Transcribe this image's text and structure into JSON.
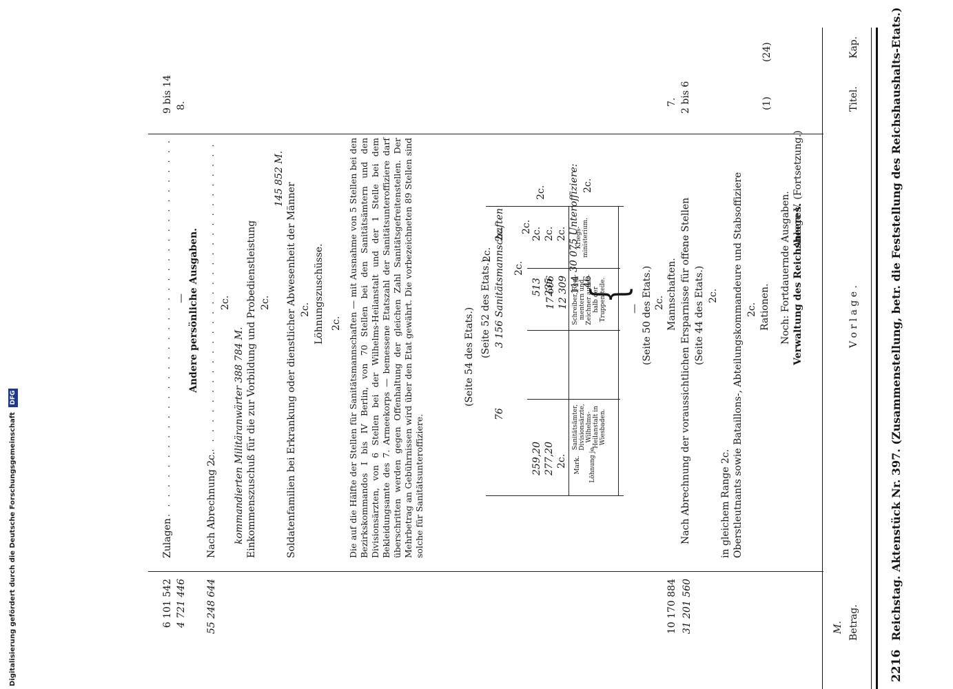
{
  "side_note": "Digitalisierung gefördert durch die Deutsche Forschungsgemeinschaft",
  "side_logo": "DFG",
  "header": {
    "page": "2216",
    "title": "Reichstag. Aktenstück Nr. 397. (Zusammenstellung, betr. die Feststellung des Reichshaushalts-Etats.)"
  },
  "columns": {
    "kap": "Kap.",
    "titel": "Titel.",
    "betrag": "Betrag.",
    "unit": "M."
  },
  "vorlage": "V o r l a g e .",
  "section": {
    "title": "Verwaltung des Reichsheeres.",
    "anlage": "Anlage V. (Fortsetzung.)",
    "sub": "Noch: Fortdauernde Ausgaben."
  },
  "kap_24": "(24)",
  "titel_1": "(1)",
  "rationen": "Rationen.",
  "zc": "2c.",
  "stabsoffiziere_1": "Oberstleutnants sowie Bataillons-, Abteilungskommandeure und Stabsoffiziere",
  "stabsoffiziere_2": "in gleichem Range 2c.",
  "seite_44": "(Seite 44 des Etats.)",
  "titel_2_6": "2 bis 6",
  "abrechnung_1": "Nach Abrechnung der voraussichtlichen Ersparnisse für offene Stellen",
  "amount_2_6": "31 201 560",
  "amount_7": "10 170 884",
  "titel_7": "7.",
  "mannschaften": "Mannschaften.",
  "seite_50": "(Seite 50 des Etats.)",
  "dash": "—",
  "table": {
    "headers": {
      "kriegsministerium": "Kriegs-ministerium.",
      "schreiber": "Schreiber, Regi-mentern und Zeichner außer-halb der Truppen-teile.",
      "sanitaetsaemter": "Sanitätsämter, Divisionsärzte, Wilhelms-Heilanstalt in Wiesbaden.",
      "loehnung": "Löhnung je",
      "mark": "Mark."
    },
    "rows": [
      {
        "label": "2c.",
        "a": "2c.",
        "b": "",
        "c": "",
        "d": "2c."
      },
      {
        "label": "30 075 Unteroffiziere:",
        "a": "2c.",
        "b": "235",
        "c": "",
        "d": "277,20",
        "sub": "46"
      },
      {
        "label": "",
        "a": "2c.",
        "b": "513",
        "c": "",
        "d": "259,20",
        "sub": "114"
      },
      {
        "label": "",
        "a": "",
        "b": "",
        "c": "",
        "d": "",
        "sub": "12 309"
      },
      {
        "label": "",
        "a": "",
        "b": "",
        "c": "",
        "d": "",
        "sub": "17 606"
      },
      {
        "label": "3 156 Sanitätsmannschaften",
        "a": "2c.",
        "b": "",
        "c": "76",
        "d": ""
      }
    ],
    "seite_52": "(Seite 52 des Etats.)"
  },
  "seite_54": "(Seite 54 des Etats.)",
  "paragraph": "Die auf die Hälfte der Stellen für Sanitätsmannschaften — mit Ausnahme von 5 Stellen bei den Bezirkskommandos I bis IV Berlin, von 70 Stellen bei den Sanitätsämtern und den Divisionsärzten, von 6 Stellen bei der Wilhelms-Heilanstalt und der 1 Stelle bei dem Bekleidungsamte des 7. Armeekorps — bemessene Etatszahl der Sanitätsunteroffiziere darf überschritten werden gegen Offenhaltung der gleichen Zahl Sanitätsgefreitenstellen. Der Mehrbetrag an Gebührnissen wird über den Etat gewährt. Die vorbezeichneten 89 Stellen sind solche für Sanitätsunteroffiziere.",
  "loehnungszuschuesse": "Löhnungszuschüsse.",
  "soldatenfamilien_1": "Soldatenfamilien bei Erkrankung oder dienstlicher Abwesenheit der Männer",
  "soldatenfamilien_2": "145 852 M.",
  "einkommen_1": "Einkommenszuschuß für die zur Vorbildung und Probedienstleistung",
  "einkommen_2": "kommandierten Militäranwärter 388 784 M.",
  "abrechnung_2": "Nach Abrechnung 2c.",
  "amount_abr": "55 248 644",
  "andere": "Andere persönliche Ausgaben.",
  "titel_8": "8.",
  "titel_9_14": "9 bis 14",
  "zulagen_1": "Zulagen",
  "amount_8": "4 721 446",
  "amount_9_14": "6 101 542"
}
